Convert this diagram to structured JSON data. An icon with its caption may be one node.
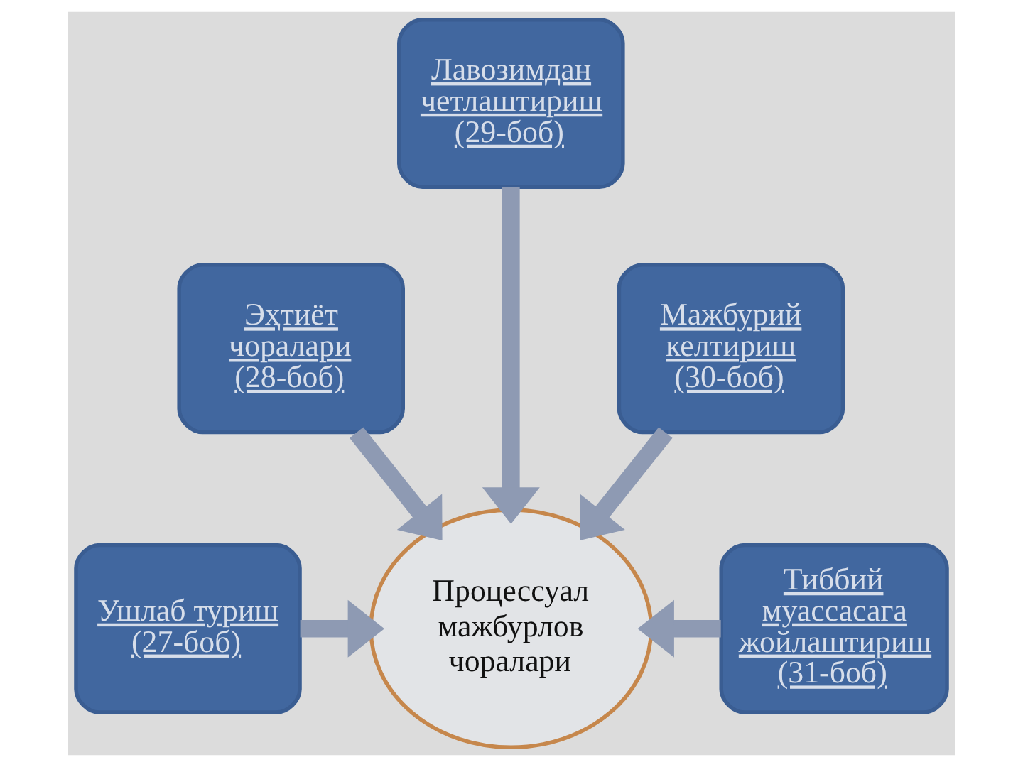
{
  "diagram": {
    "nodes": [
      {
        "text": [
          "Лавозимдан четлаштириш (29-боб)"
        ]
      },
      {
        "text": [
          "Эҳтиёт чоралари (28-боб)"
        ]
      },
      {
        "text": [
          "Мажбурий келтириш (30-боб)"
        ]
      },
      {
        "text": [
          "Ушлаб туриш (27-боб)"
        ]
      },
      {
        "text": [
          "Процессуал мажбурлов чоралари"
        ]
      },
      {
        "text": [
          "Тиббий муассасага жойлаштириш (31-боб)"
        ]
      }
    ],
    "edges": [
      {
        "from": 3,
        "to": 4,
        "arrow": "to"
      },
      {
        "from": 1,
        "to": 4,
        "arrow": "to"
      },
      {
        "from": 0,
        "to": 4,
        "arrow": "to"
      },
      {
        "from": 2,
        "to": 4,
        "arrow": "to"
      },
      {
        "from": 5,
        "to": 4,
        "arrow": "to"
      }
    ]
  }
}
